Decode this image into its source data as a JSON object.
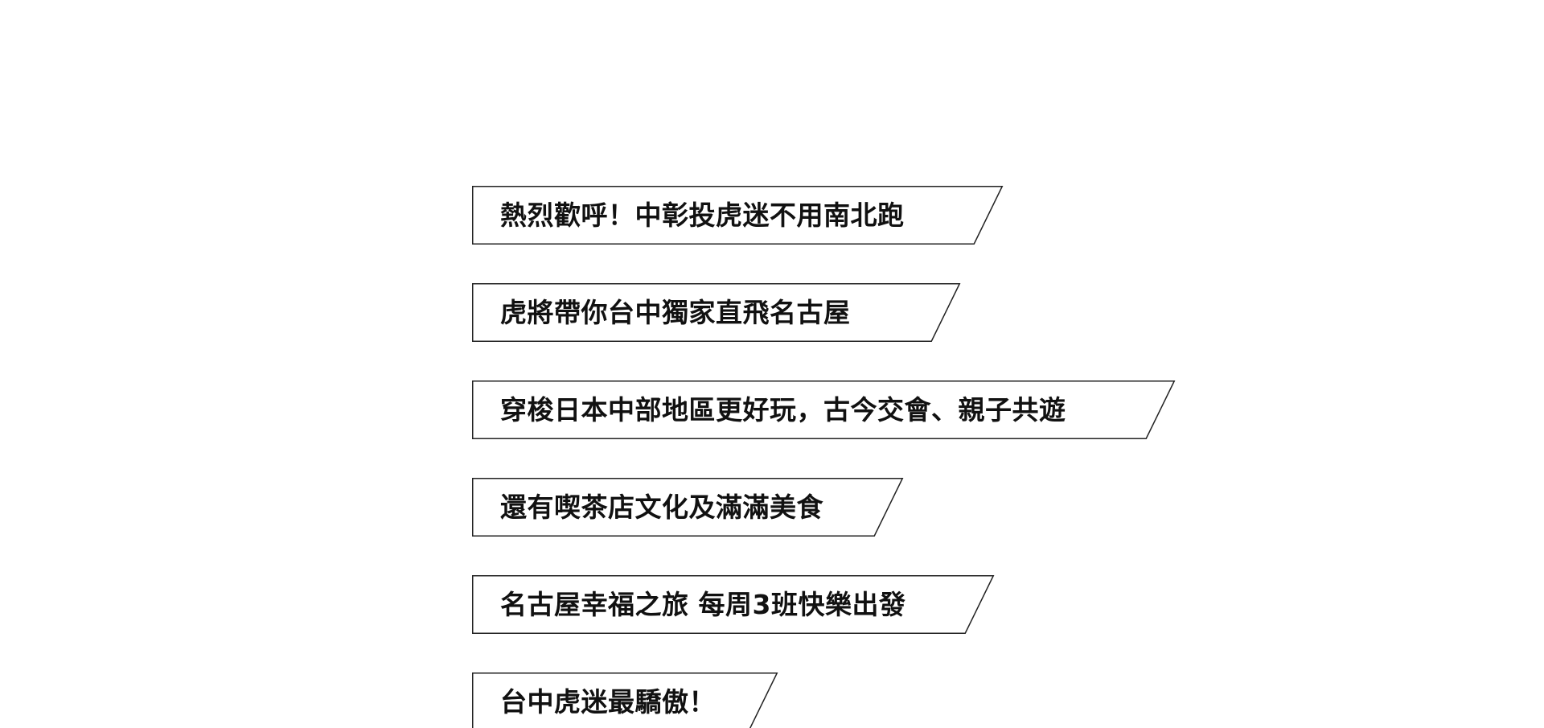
{
  "lines": [
    {
      "text": "熱烈歡呼！中彰投虎迷不用南北跑"
    },
    {
      "text": "虎將帶你台中獨家直飛名古屋"
    },
    {
      "text": "穿梭日本中部地區更好玩，古今交會、親子共遊"
    },
    {
      "text": "還有喫茶店文化及滿滿美食"
    },
    {
      "text": "名古屋幸福之旅 每周3班快樂出發"
    },
    {
      "text": "台中虎迷最驕傲！"
    }
  ],
  "colors": {
    "border": "#222222",
    "text": "#111111",
    "background": "#ffffff"
  }
}
